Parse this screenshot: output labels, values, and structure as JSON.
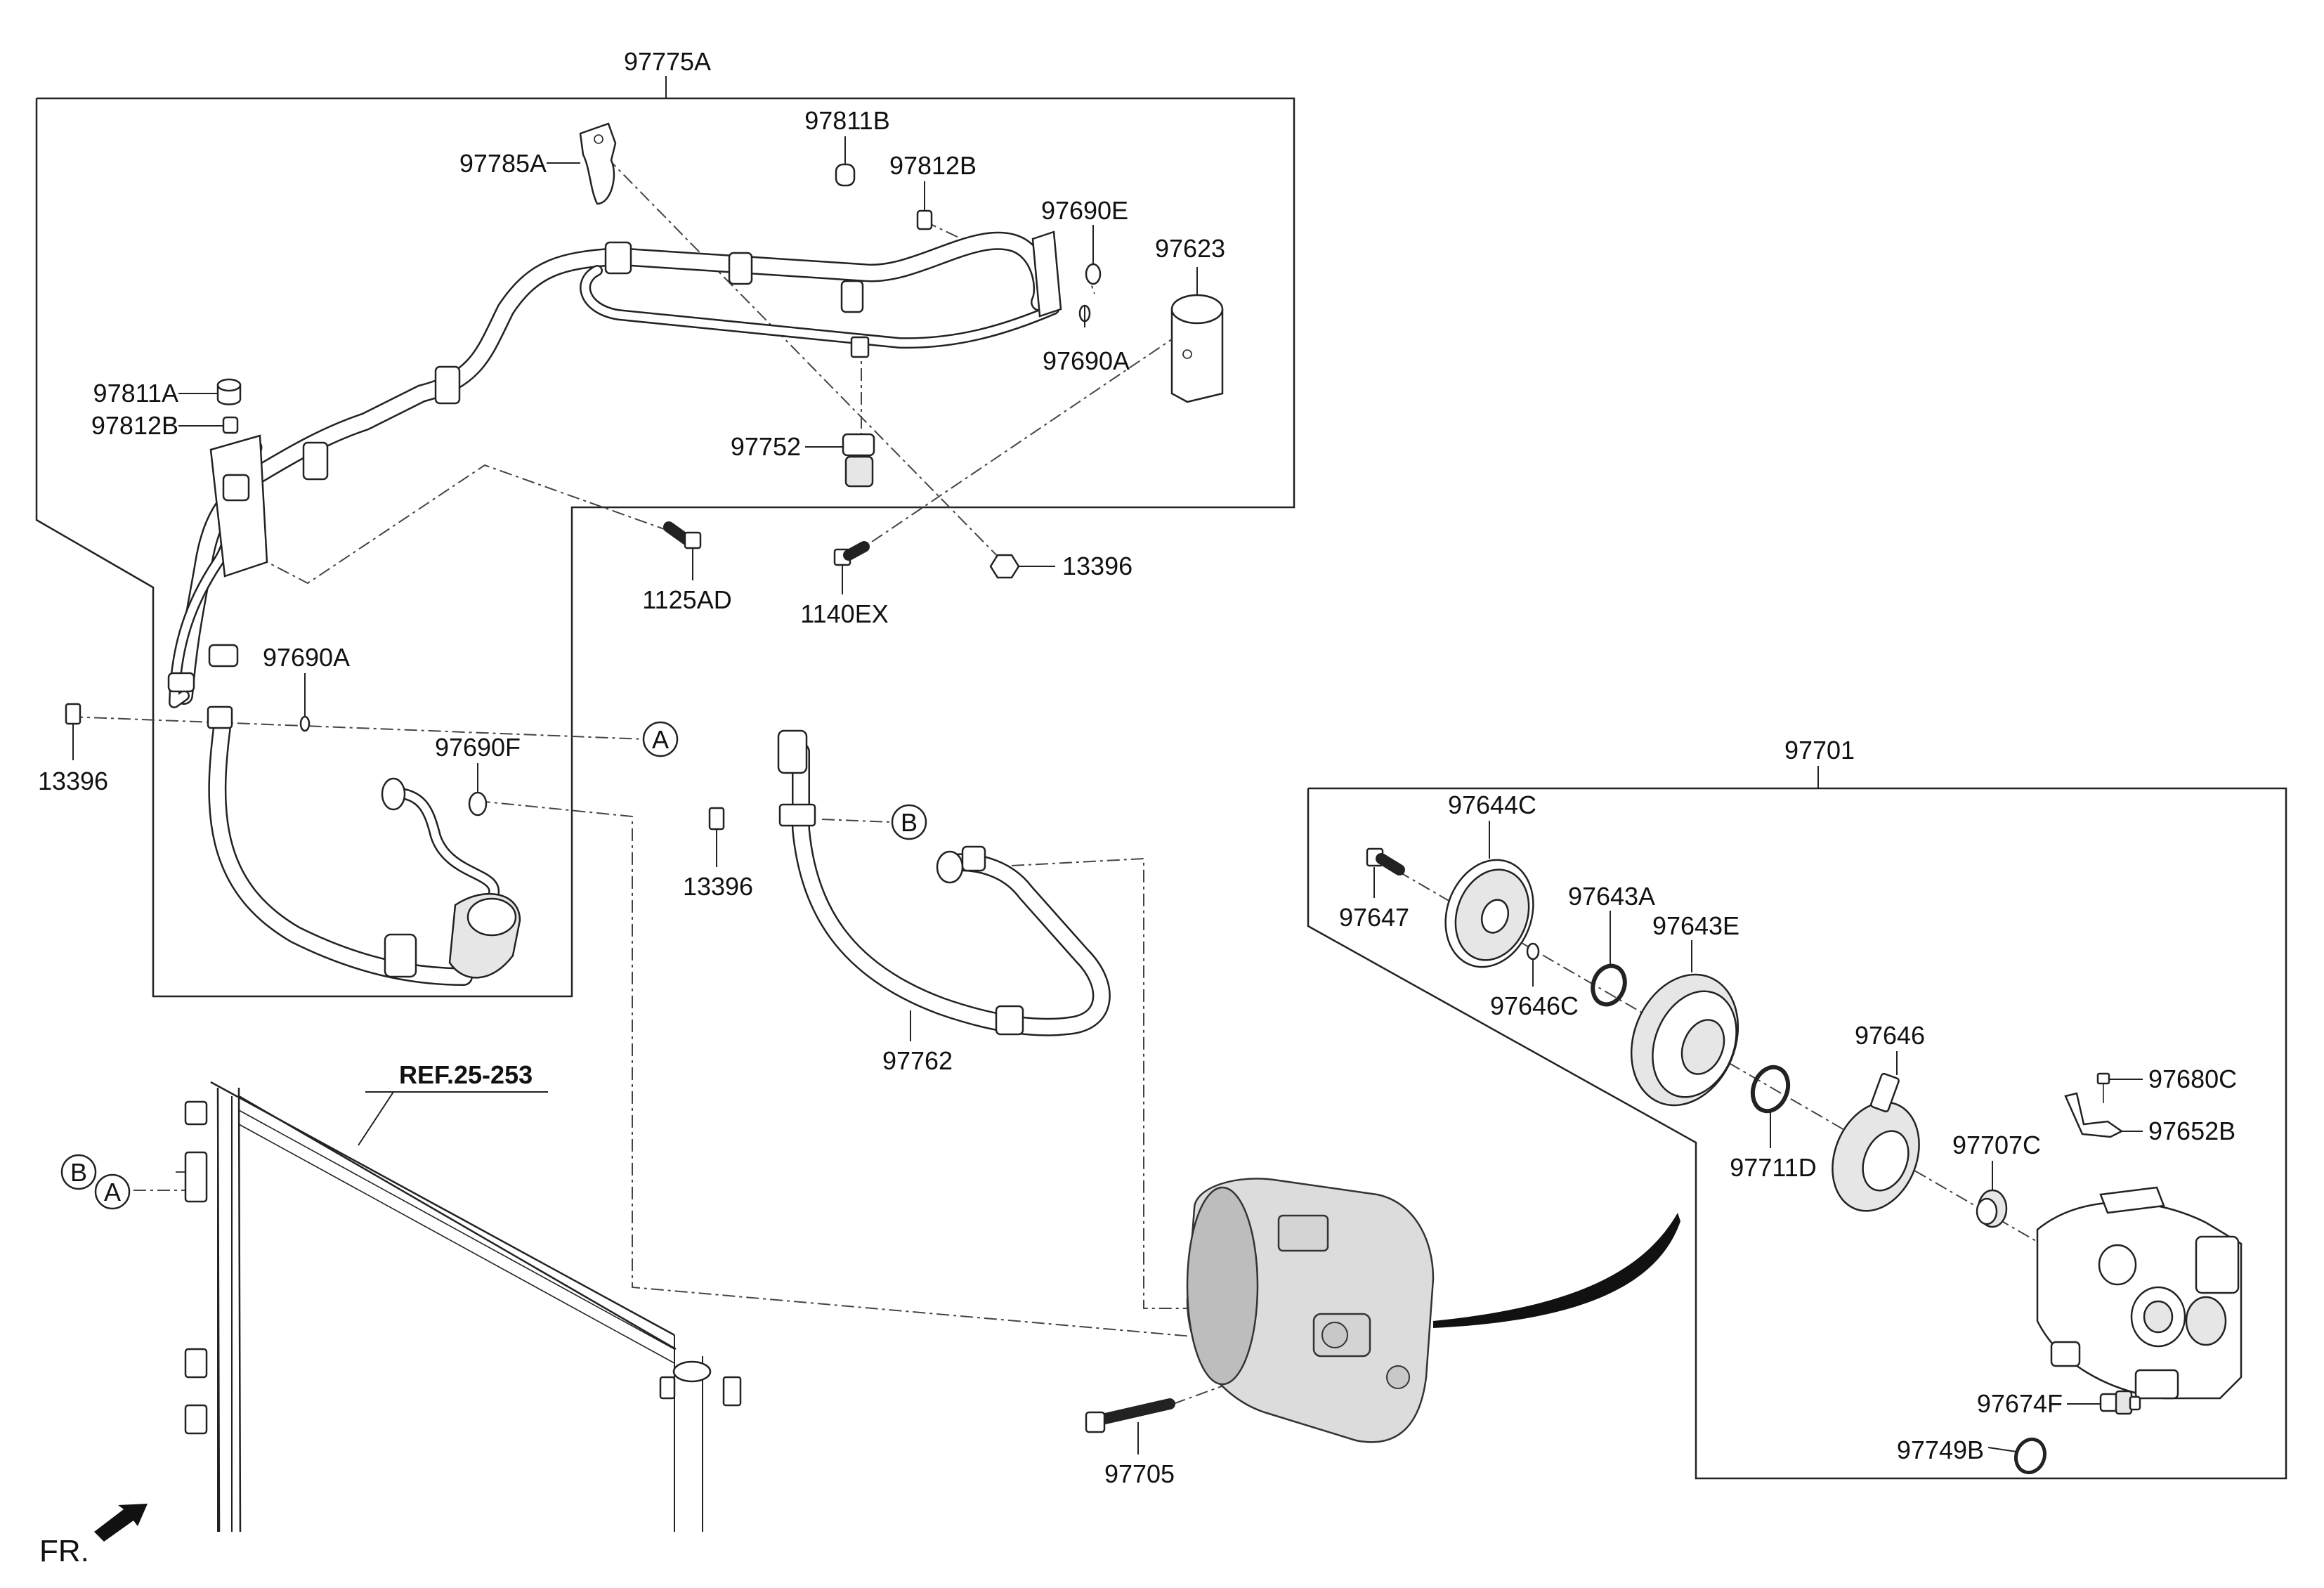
{
  "labels": {
    "assy_97775A": "97775A",
    "p_97811B": "97811B",
    "p_97812B_top": "97812B",
    "p_97785A": "97785A",
    "p_97690E": "97690E",
    "p_97623": "97623",
    "p_97690A_top": "97690A",
    "p_97811A": "97811A",
    "p_97812B_left": "97812B",
    "p_97752": "97752",
    "p_1125AD": "1125AD",
    "p_1140EX": "1140EX",
    "p_13396_mid": "13396",
    "p_97690A_left": "97690A",
    "p_13396_left": "13396",
    "p_97690F": "97690F",
    "p_13396_center": "13396",
    "p_97762": "97762",
    "assy_97701": "97701",
    "p_97644C": "97644C",
    "p_97647": "97647",
    "p_97643A": "97643A",
    "p_97643E": "97643E",
    "p_97646C": "97646C",
    "p_97646": "97646",
    "p_97680C": "97680C",
    "p_97652B": "97652B",
    "p_97707C": "97707C",
    "p_97711D": "97711D",
    "p_97674F": "97674F",
    "p_97749B": "97749B",
    "p_97705": "97705",
    "ref_label": "REF.25-253",
    "fr_label": "FR."
  },
  "callouts": {
    "a_main": "A",
    "b_main": "B",
    "a_condenser": "A",
    "b_condenser": "B"
  }
}
